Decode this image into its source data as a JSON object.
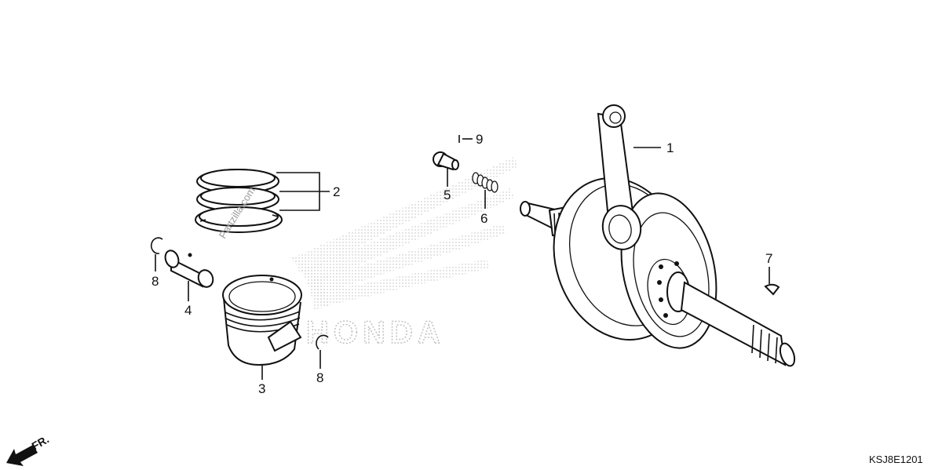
{
  "diagram": {
    "callouts": [
      {
        "id": "1",
        "label": "1"
      },
      {
        "id": "2",
        "label": "2"
      },
      {
        "id": "3",
        "label": "3"
      },
      {
        "id": "4",
        "label": "4"
      },
      {
        "id": "5",
        "label": "5"
      },
      {
        "id": "6",
        "label": "6"
      },
      {
        "id": "7",
        "label": "7"
      },
      {
        "id": "8a",
        "label": "8"
      },
      {
        "id": "8b",
        "label": "8"
      },
      {
        "id": "9",
        "label": "9"
      }
    ],
    "direction_label": "FR.",
    "diagram_code": "KSJ8E1201",
    "watermark_logo_text": "HONDA",
    "watermark_text": "Partzilla.com"
  },
  "colors": {
    "line": "#111111",
    "background": "#ffffff",
    "watermark": "#9a9a9a"
  }
}
